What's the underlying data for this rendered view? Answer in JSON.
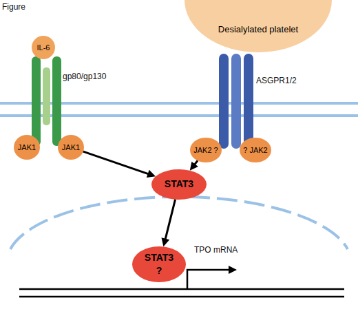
{
  "diagram": {
    "title": "Figure",
    "nodes": [
      {
        "text": [
          "Desialylated platelet"
        ]
      },
      {
        "text": [
          "IL-6"
        ]
      },
      {
        "text": [
          "JAK1"
        ]
      },
      {
        "text": [
          "JAK1"
        ]
      },
      {
        "text": [
          "JAK2 ?"
        ]
      },
      {
        "text": [
          "? JAK2"
        ]
      },
      {
        "text": [
          "STAT3"
        ]
      },
      {
        "text": [
          "STAT3",
          "?"
        ]
      }
    ],
    "edges": [
      {
        "from": 3,
        "to": 6,
        "arrow": "to"
      },
      {
        "from": 4,
        "to": 6,
        "arrow": "to"
      },
      {
        "from": 6,
        "to": 7,
        "arrow": "to"
      }
    ],
    "labels": [
      "gp80/gp130",
      "ASGPR1/2",
      "TPO mRNA"
    ]
  }
}
